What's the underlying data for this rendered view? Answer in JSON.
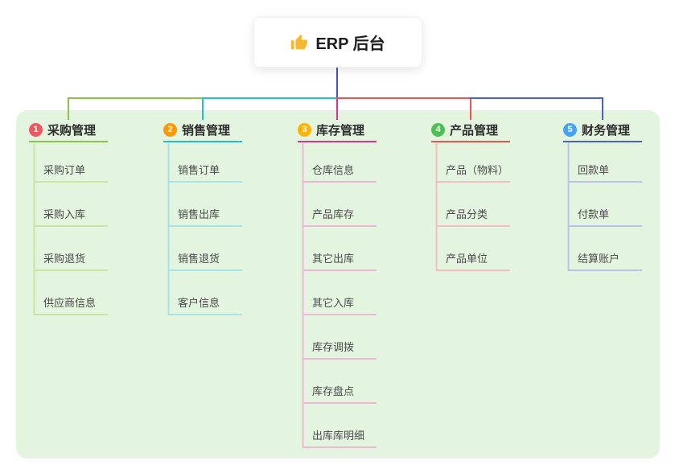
{
  "root": {
    "label": "ERP 后台",
    "icon": "thumbs-up",
    "icon_color": "#f5b82e"
  },
  "panel": {
    "background": "#e3f4df"
  },
  "connector": {
    "root_color": "#4453c8"
  },
  "branches": [
    {
      "num": "1",
      "label": "采购管理",
      "badge_color": "#ef5860",
      "line_color": "#8bc34a",
      "child_line_color": "#cbe6a3",
      "children": [
        "采购订单",
        "采购入库",
        "采购退货",
        "供应商信息"
      ]
    },
    {
      "num": "2",
      "label": "销售管理",
      "badge_color": "#ff9800",
      "line_color": "#1fc0cf",
      "child_line_color": "#a6e4ea",
      "children": [
        "销售订单",
        "销售出库",
        "销售退货",
        "客户信息"
      ]
    },
    {
      "num": "3",
      "label": "库存管理",
      "badge_color": "#ffb300",
      "line_color": "#d6368f",
      "child_line_color": "#efb6d6",
      "children": [
        "仓库信息",
        "产品库存",
        "其它出库",
        "其它入库",
        "库存调拨",
        "库存盘点",
        "出库库明细"
      ]
    },
    {
      "num": "4",
      "label": "产品管理",
      "badge_color": "#4fbf55",
      "line_color": "#ef5350",
      "child_line_color": "#f6bdbc",
      "children": [
        "产品（物料）",
        "产品分类",
        "产品单位"
      ]
    },
    {
      "num": "5",
      "label": "财务管理",
      "badge_color": "#45a2f5",
      "line_color": "#4a5fc8",
      "child_line_color": "#b9c3ec",
      "children": [
        "回款单",
        "付款单",
        "结算账户"
      ]
    }
  ]
}
